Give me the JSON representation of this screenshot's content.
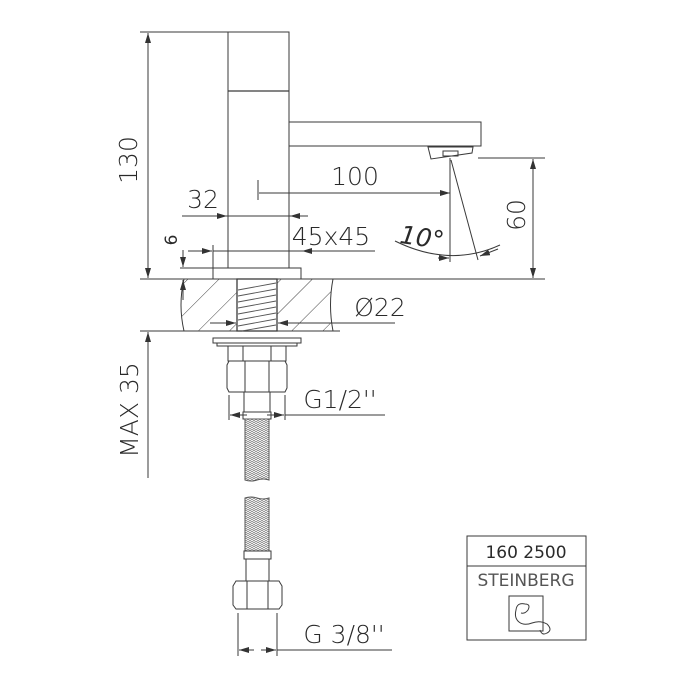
{
  "drawing": {
    "type": "technical-drawing",
    "subject": "single-lever basin mixer (side elevation with installation detail)"
  },
  "dimensions": {
    "height_total": "130",
    "spout_reach": "100",
    "body_offset": "32",
    "base_offset": "6",
    "body_section": "45x45",
    "spout_clearance": "60",
    "spray_angle": "10°",
    "hole_diameter": "Ø22",
    "max_countertop": "MAX 35",
    "inlet_thread": "G1/2''",
    "hose_thread": "G 3/8''"
  },
  "title_block": {
    "article_number": "160 2500",
    "brand": "STEINBERG",
    "logo": "steinberg-logo-icon"
  },
  "colors": {
    "line": "#3a3a3a",
    "text": "#2a2a2a",
    "background": "#ffffff"
  }
}
